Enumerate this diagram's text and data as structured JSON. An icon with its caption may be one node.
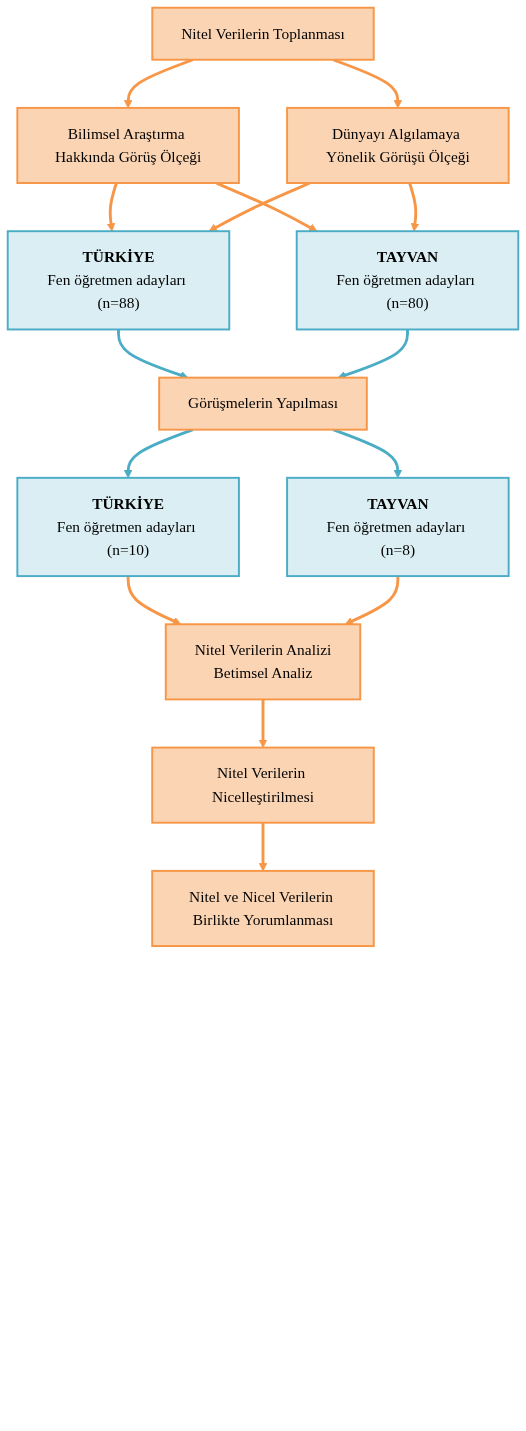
{
  "diagram": {
    "nodes": [
      {
        "text": [
          "Nitel Verilerin Toplanması"
        ]
      },
      {
        "text": [
          "Bilimsel Araştırma Hakkında Görüş Ölçeği"
        ]
      },
      {
        "text": [
          "Dünyayı Algılamaya Yönelik Görüşü Ölçeği"
        ]
      },
      {
        "text": [
          "TÜRKİYE",
          "Fen öğretmen adayları (n=88)"
        ]
      },
      {
        "text": [
          "TAYVAN",
          "Fen öğretmen adayları (n=80)"
        ]
      },
      {
        "text": [
          "Görüşmelerin Yapılması"
        ]
      },
      {
        "text": [
          "TÜRKİYE",
          "Fen öğretmen adayları (n=10)"
        ]
      },
      {
        "text": [
          "TAYVAN",
          "Fen öğretmen adayları (n=8)"
        ]
      },
      {
        "text": [
          "Nitel Verilerin Analizi",
          "Betimsel Analiz"
        ]
      },
      {
        "text": [
          "Nitel Verilerin Nicelleştirilmesi"
        ]
      },
      {
        "text": [
          "Nitel ve Nicel Verilerin Birlikte Yorumlanması"
        ]
      }
    ],
    "edges": [
      {
        "from": 0,
        "to": 1,
        "arrow": "to"
      },
      {
        "from": 0,
        "to": 2,
        "arrow": "to"
      },
      {
        "from": 1,
        "to": 3,
        "arrow": "to"
      },
      {
        "from": 1,
        "to": 4,
        "arrow": "to"
      },
      {
        "from": 2,
        "to": 3,
        "arrow": "to"
      },
      {
        "from": 2,
        "to": 4,
        "arrow": "to"
      },
      {
        "from": 3,
        "to": 5,
        "arrow": "to",
        "color": "#4bacc6"
      },
      {
        "from": 4,
        "to": 5,
        "arrow": "to",
        "color": "#4bacc6"
      },
      {
        "from": 5,
        "to": 6,
        "arrow": "to",
        "color": "#4bacc6"
      },
      {
        "from": 5,
        "to": 7,
        "arrow": "to",
        "color": "#4bacc6"
      },
      {
        "from": 6,
        "to": 8,
        "arrow": "to"
      },
      {
        "from": 7,
        "to": 8,
        "arrow": "to"
      },
      {
        "from": 8,
        "to": 9,
        "arrow": "to"
      },
      {
        "from": 9,
        "to": 10,
        "arrow": "to"
      }
    ]
  }
}
